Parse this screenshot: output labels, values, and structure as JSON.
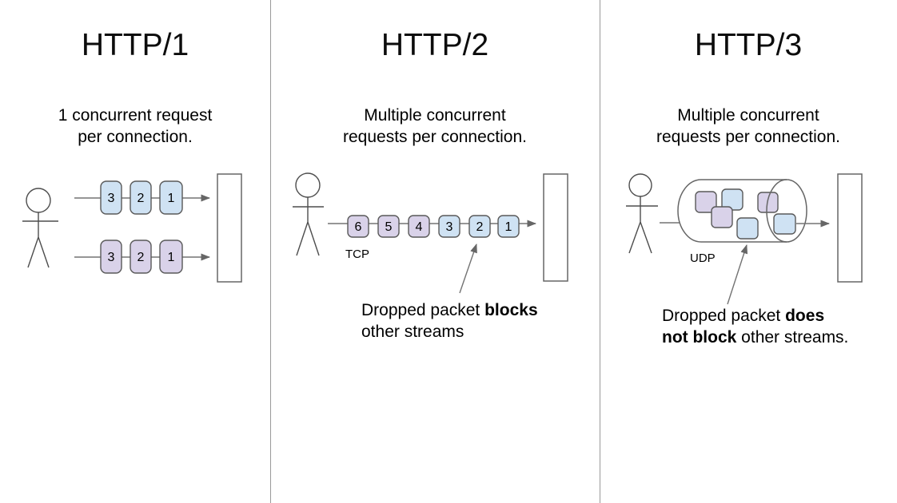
{
  "colors": {
    "packet_blue": "#cfe2f3",
    "packet_purple": "#d9d2e9",
    "line_gray": "#737373",
    "divider_gray": "#999999"
  },
  "panels": [
    {
      "title": "HTTP/1",
      "subtitle_line1": "1 concurrent request",
      "subtitle_line2": "per connection.",
      "rows": [
        {
          "packets": [
            "3",
            "2",
            "1"
          ]
        },
        {
          "packets": [
            "3",
            "2",
            "1"
          ]
        }
      ]
    },
    {
      "title": "HTTP/2",
      "subtitle_line1": "Multiple concurrent",
      "subtitle_line2": "requests per connection.",
      "connection_label": "TCP",
      "packets": [
        "6",
        "5",
        "4",
        "3",
        "2",
        "1"
      ],
      "annotation": {
        "line1_normal": "Dropped packet ",
        "line1_bold": "blocks",
        "line2_normal": "other streams"
      }
    },
    {
      "title": "HTTP/3",
      "subtitle_line1": "Multiple concurrent",
      "subtitle_line2": "requests per connection.",
      "connection_label": "UDP",
      "annotation": {
        "line1_normal": "Dropped packet ",
        "line1_bold": "does",
        "line2_bold": "not block",
        "line2_normal": " other streams."
      }
    }
  ]
}
